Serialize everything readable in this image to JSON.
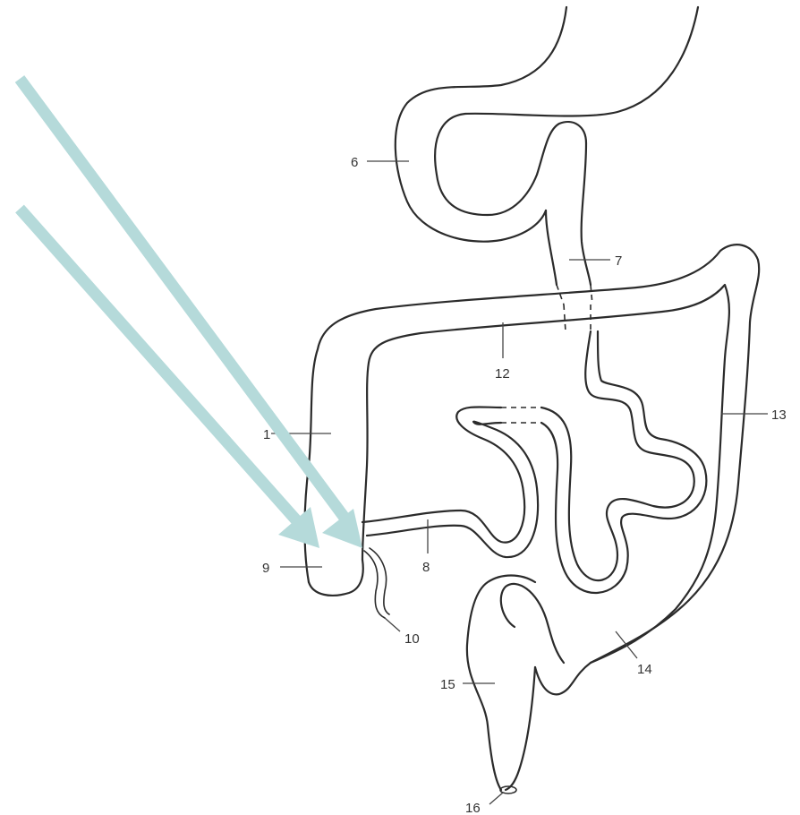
{
  "diagram": {
    "labels": {
      "l1": "1",
      "l6": "6",
      "l7": "7",
      "l8": "8",
      "l9": "9",
      "l10": "10",
      "l12": "12",
      "l13": "13",
      "l14": "14",
      "l15": "15",
      "l16": "16"
    },
    "colors": {
      "arrow": "#b5dada",
      "outline": "#2b2b2b"
    }
  }
}
